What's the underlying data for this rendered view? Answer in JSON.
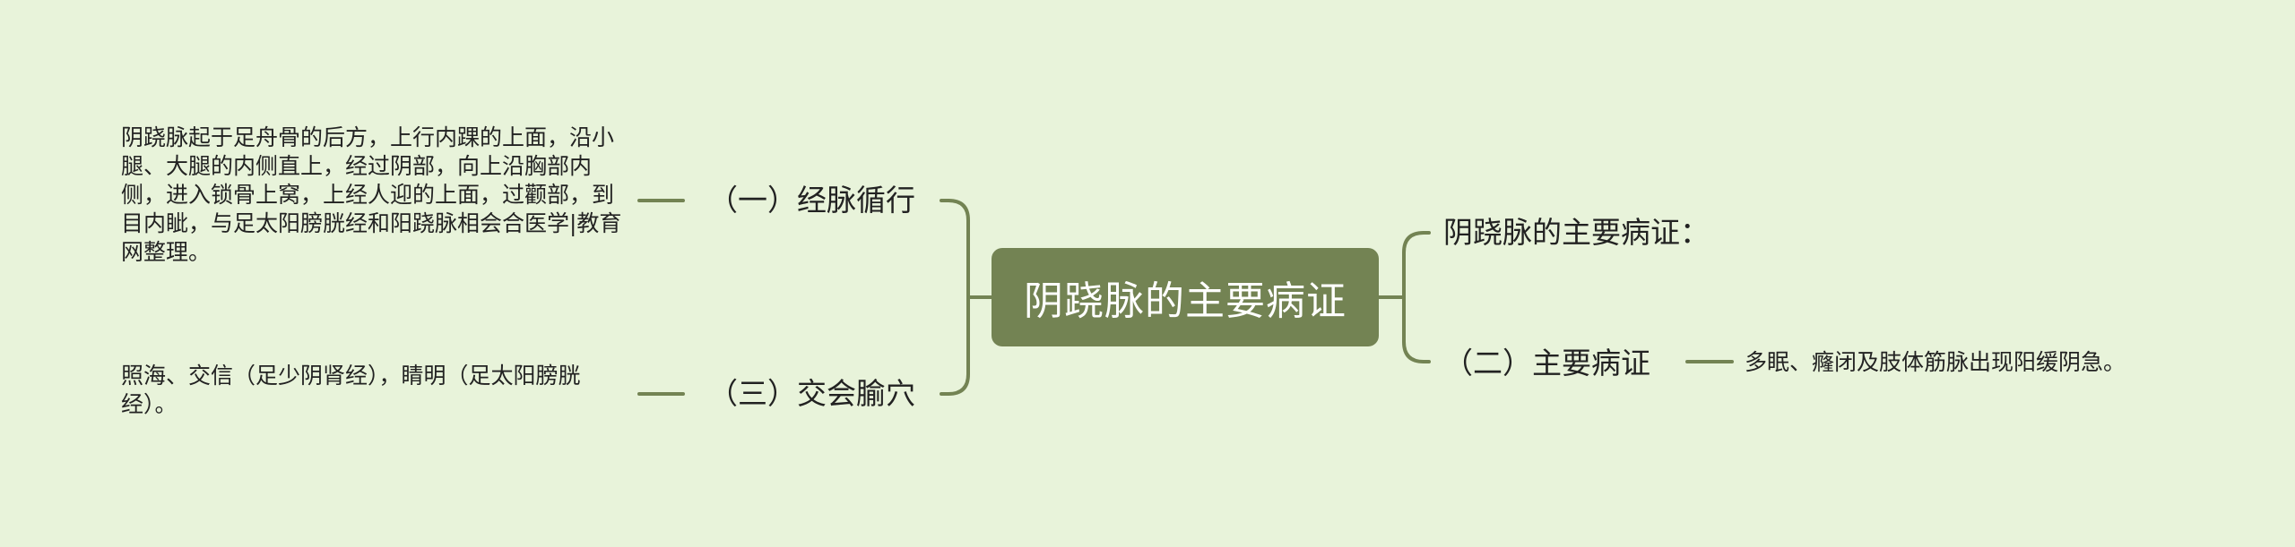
{
  "mindmap": {
    "root": "阴跷脉的主要病证",
    "left_branches": [
      {
        "label": "（一）经脉循行",
        "detail": "阴跷脉起于足舟骨的后方，上行内踝的上面，沿小腿、大腿的内侧直上，经过阴部，向上沿胸部内侧，进入锁骨上窝，上经人迎的上面，过颧部，到目内眦，与足太阳膀胱经和阳跷脉相会合医学|教育网整理。"
      },
      {
        "label": "（三）交会腧穴",
        "detail": "照海、交信（足少阴肾经），睛明（足太阳膀胱经）。"
      }
    ],
    "right_branches": [
      {
        "label": "阴跷脉的主要病证："
      },
      {
        "label": "（二）主要病证",
        "detail": "多眠、癃闭及肢体筋脉出现阳缓阴急。"
      }
    ]
  },
  "colors": {
    "background": "#e8f3da",
    "root_fill": "#738353",
    "root_text": "#ffffff",
    "connector": "#738353",
    "text": "#222222"
  }
}
